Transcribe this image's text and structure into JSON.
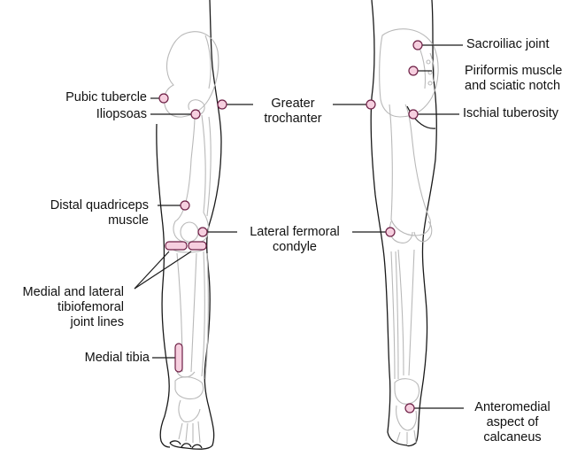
{
  "colors": {
    "outline": "#1a1a1a",
    "bone_line": "#b9b9b9",
    "marker_fill": "#f6cfdf",
    "marker_stroke": "#6d1f45"
  },
  "labels": {
    "pubic_tubercle": "Pubic tubercle",
    "iliopsoas": "Iliopsoas",
    "greater_trochanter_1": "Greater",
    "greater_trochanter_2": "trochanter",
    "sacroiliac_joint": "Sacroiliac joint",
    "piriformis_1": "Piriformis muscle",
    "piriformis_2": "and sciatic notch",
    "ischial_tuberosity": "Ischial tuberosity",
    "distal_quadriceps_1": "Distal quadriceps",
    "distal_quadriceps_2": "muscle",
    "lateral_femoral_condyle_1": "Lateral fermoral",
    "lateral_femoral_condyle_2": "condyle",
    "joint_lines_1": "Medial and lateral",
    "joint_lines_2": "tibiofemoral",
    "joint_lines_3": "joint lines",
    "medial_tibia": "Medial tibia",
    "calcaneus_1": "Anteromedial",
    "calcaneus_2": "aspect of",
    "calcaneus_3": "calcaneus"
  }
}
